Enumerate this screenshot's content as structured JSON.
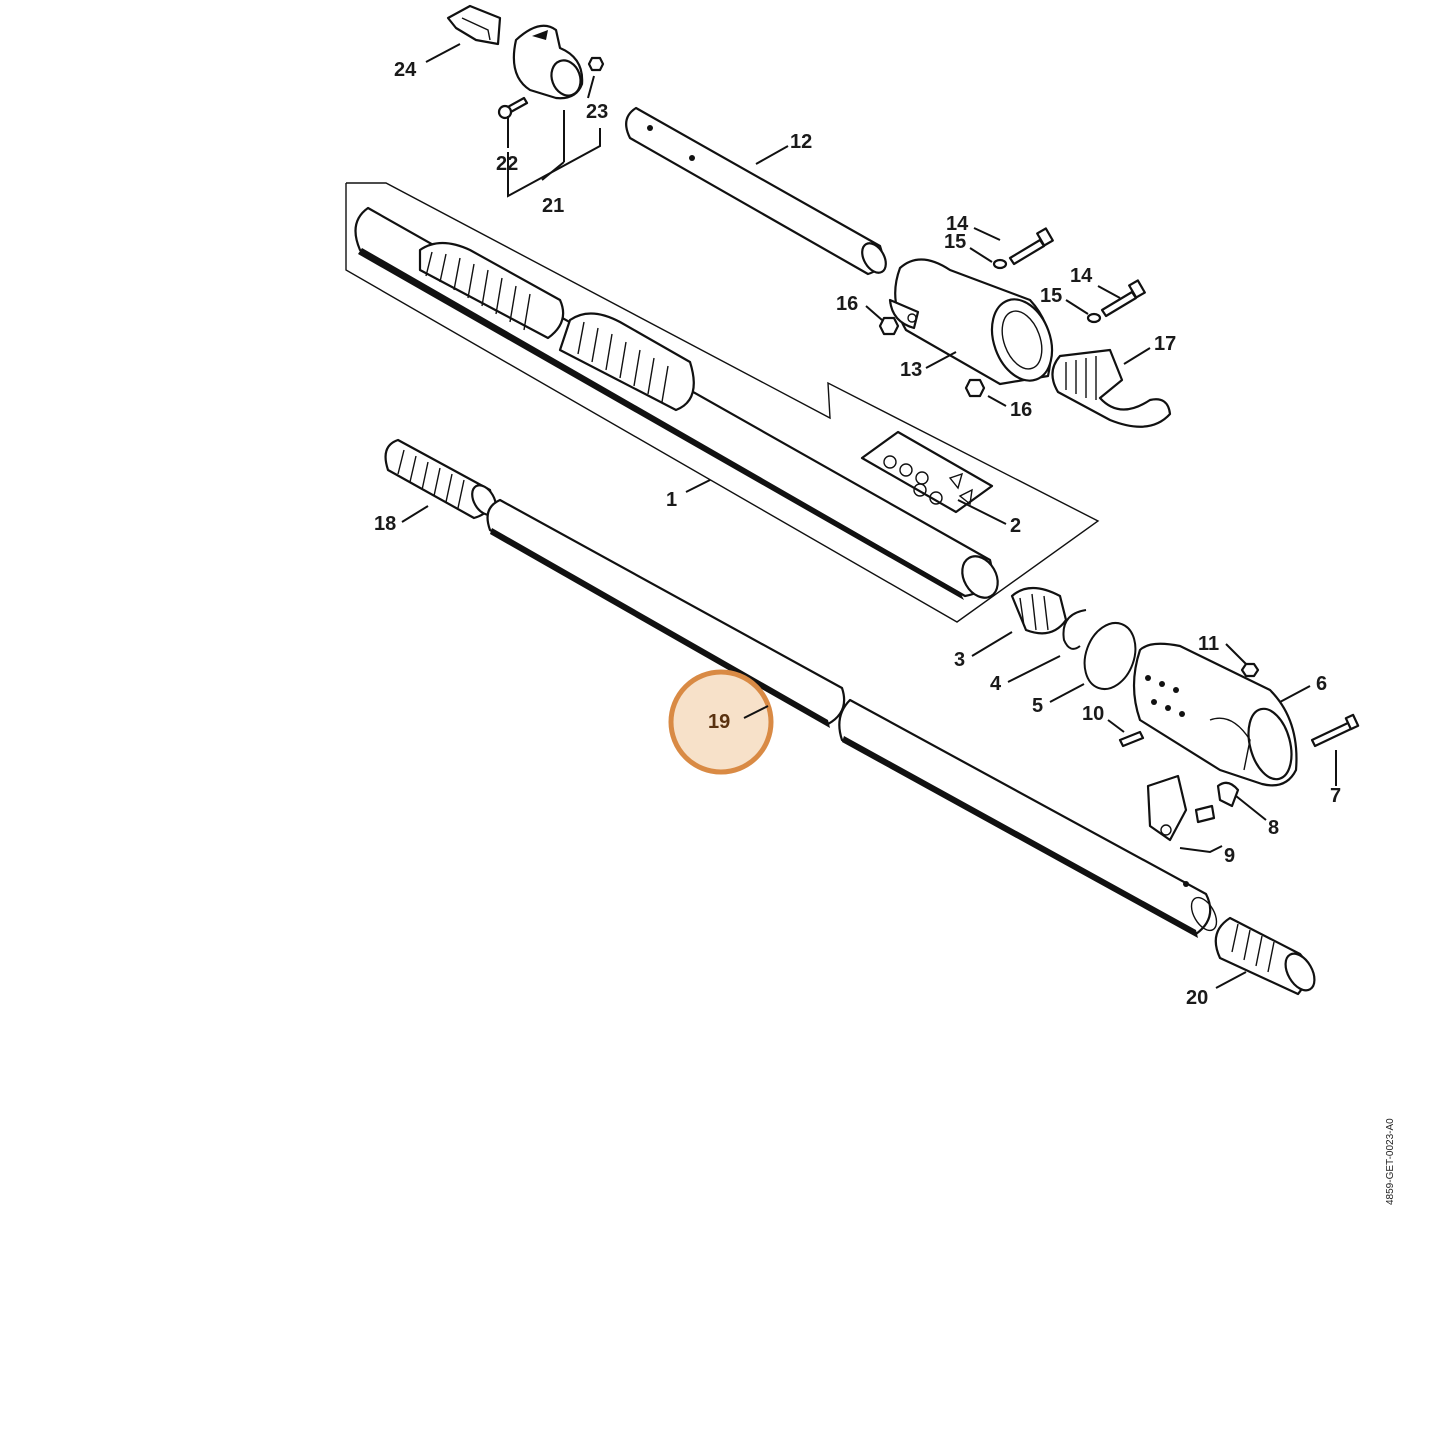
{
  "diagram": {
    "drawing_code": "4859-GET-0023-A0",
    "highlight": {
      "part": "19",
      "color": "#d98a44"
    },
    "callouts": [
      {
        "id": "1",
        "text": "1"
      },
      {
        "id": "2",
        "text": "2"
      },
      {
        "id": "3",
        "text": "3"
      },
      {
        "id": "4",
        "text": "4"
      },
      {
        "id": "5",
        "text": "5"
      },
      {
        "id": "6",
        "text": "6"
      },
      {
        "id": "7",
        "text": "7"
      },
      {
        "id": "8",
        "text": "8"
      },
      {
        "id": "9",
        "text": "9"
      },
      {
        "id": "10",
        "text": "10"
      },
      {
        "id": "11",
        "text": "11"
      },
      {
        "id": "12",
        "text": "12"
      },
      {
        "id": "13",
        "text": "13"
      },
      {
        "id": "14a",
        "text": "14"
      },
      {
        "id": "14b",
        "text": "14"
      },
      {
        "id": "15a",
        "text": "15"
      },
      {
        "id": "15b",
        "text": "15"
      },
      {
        "id": "16a",
        "text": "16"
      },
      {
        "id": "16b",
        "text": "16"
      },
      {
        "id": "17",
        "text": "17"
      },
      {
        "id": "18",
        "text": "18"
      },
      {
        "id": "19",
        "text": "19"
      },
      {
        "id": "20",
        "text": "20"
      },
      {
        "id": "21",
        "text": "21"
      },
      {
        "id": "22",
        "text": "22"
      },
      {
        "id": "23",
        "text": "23"
      },
      {
        "id": "24",
        "text": "24"
      }
    ]
  }
}
